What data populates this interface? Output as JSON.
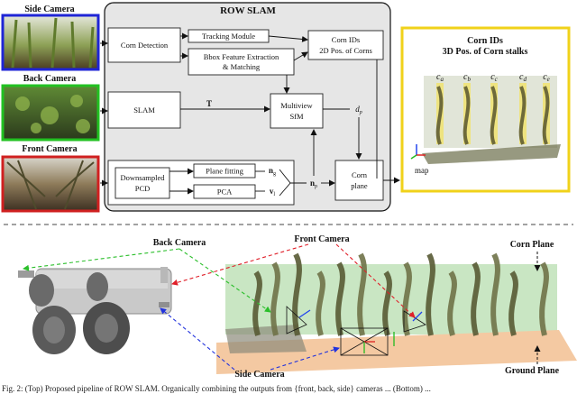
{
  "cameras": {
    "side": "Side Camera",
    "back": "Back Camera",
    "front": "Front Camera"
  },
  "pipeline": {
    "title": "ROW SLAM",
    "corn_detection": "Corn Detection",
    "tracking_module": "Tracking Module",
    "bbox_line1": "Bbox Feature Extraction",
    "bbox_line2": "& Matching",
    "slam": "SLAM",
    "T": "T",
    "multiview_line1": "Multiview",
    "multiview_line2": "SfM",
    "corn_ids_line1": "Corn IDs",
    "corn_ids_line2": "2D Pos. of Corns",
    "dp": "d",
    "dp_sub": "p",
    "downsampled_line1": "Downsampled",
    "downsampled_line2": "PCD",
    "plane_fitting": "Plane fitting",
    "pca": "PCA",
    "ng": "n",
    "ng_sub": "g",
    "vl": "v",
    "vl_sub": "l",
    "np": "n",
    "np_sub": "p",
    "corn_plane_line1": "Corn",
    "corn_plane_line2": "plane"
  },
  "output": {
    "title_line1": "Corn IDs",
    "title_line2": "3D Pos. of Corn stalks",
    "labels": [
      "c",
      "c",
      "c",
      "c",
      "c"
    ],
    "label_subs": [
      "a",
      "b",
      "c",
      "d",
      "e"
    ],
    "map": "map"
  },
  "bottom": {
    "back_camera": "Back Camera",
    "front_camera": "Front Camera",
    "side_camera": "Side Camera",
    "corn_plane": "Corn Plane",
    "ground_plane": "Ground Plane"
  },
  "caption": "Fig. 2: (Top) Proposed pipeline of ROW SLAM. Organically combining the outputs from {front, back, side} cameras ... (Bottom) ..."
}
